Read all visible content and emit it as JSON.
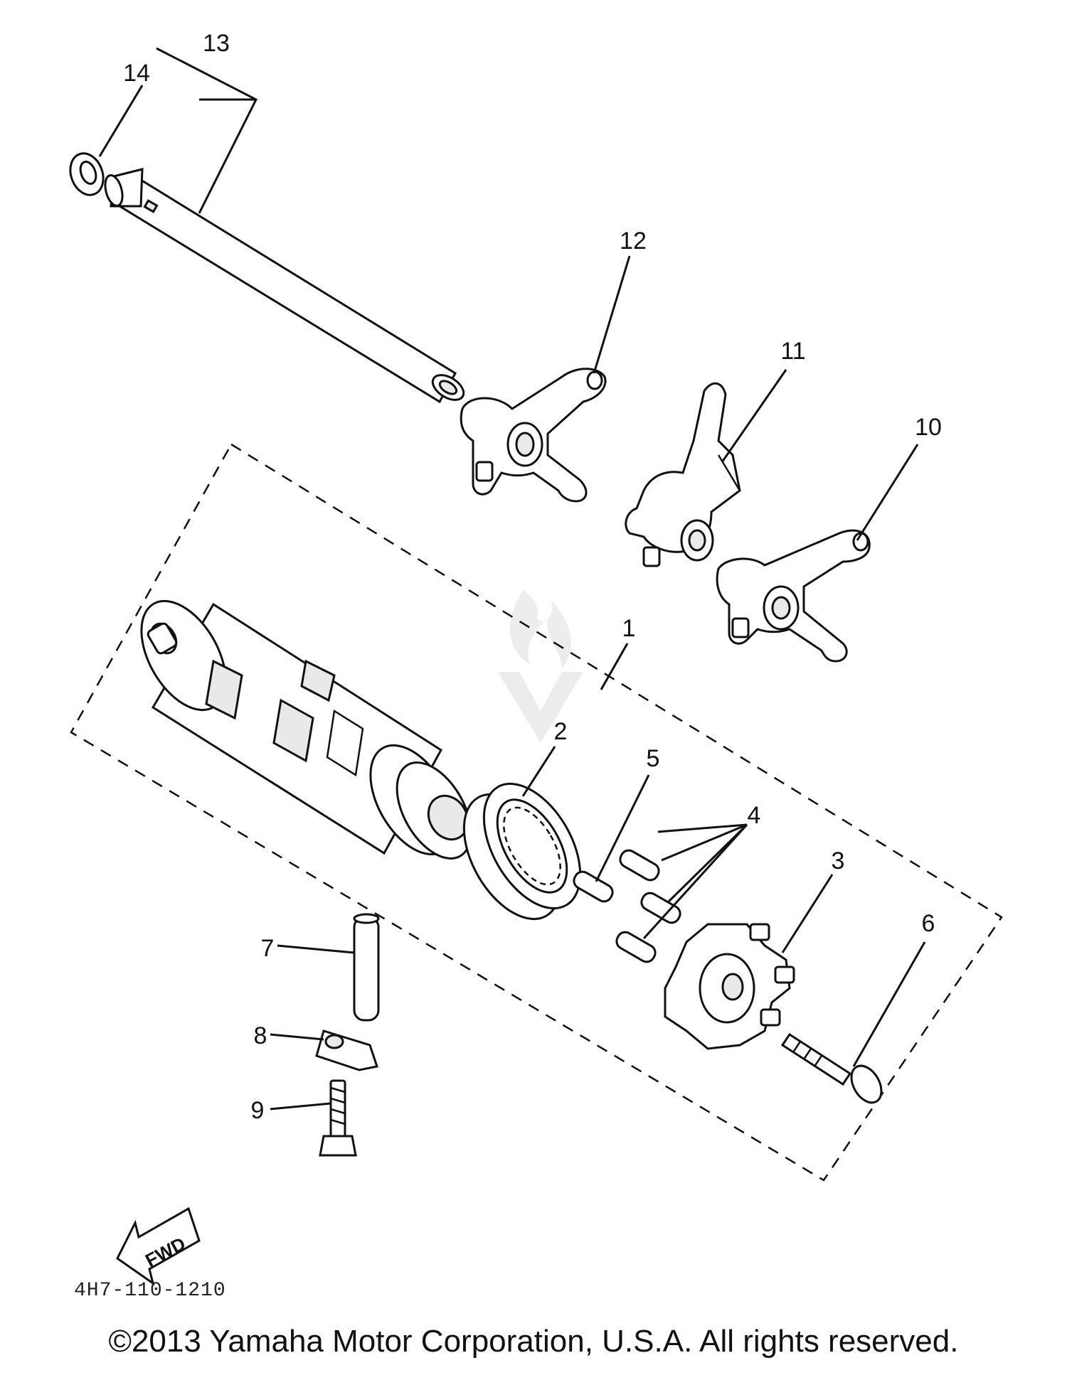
{
  "callouts": {
    "c1": "1",
    "c2": "2",
    "c3": "3",
    "c4": "4",
    "c5": "5",
    "c6": "6",
    "c7": "7",
    "c8": "8",
    "c9": "9",
    "c10": "10",
    "c11": "11",
    "c12": "12",
    "c13": "13",
    "c14": "14"
  },
  "fwd_label": "FWD",
  "diagram_code": "4H7-110-1210",
  "copyright": "©2013 Yamaha Motor Corporation, U.S.A. All rights reserved.",
  "colors": {
    "line": "#111111",
    "background": "#ffffff",
    "watermark": "#cccccc"
  }
}
